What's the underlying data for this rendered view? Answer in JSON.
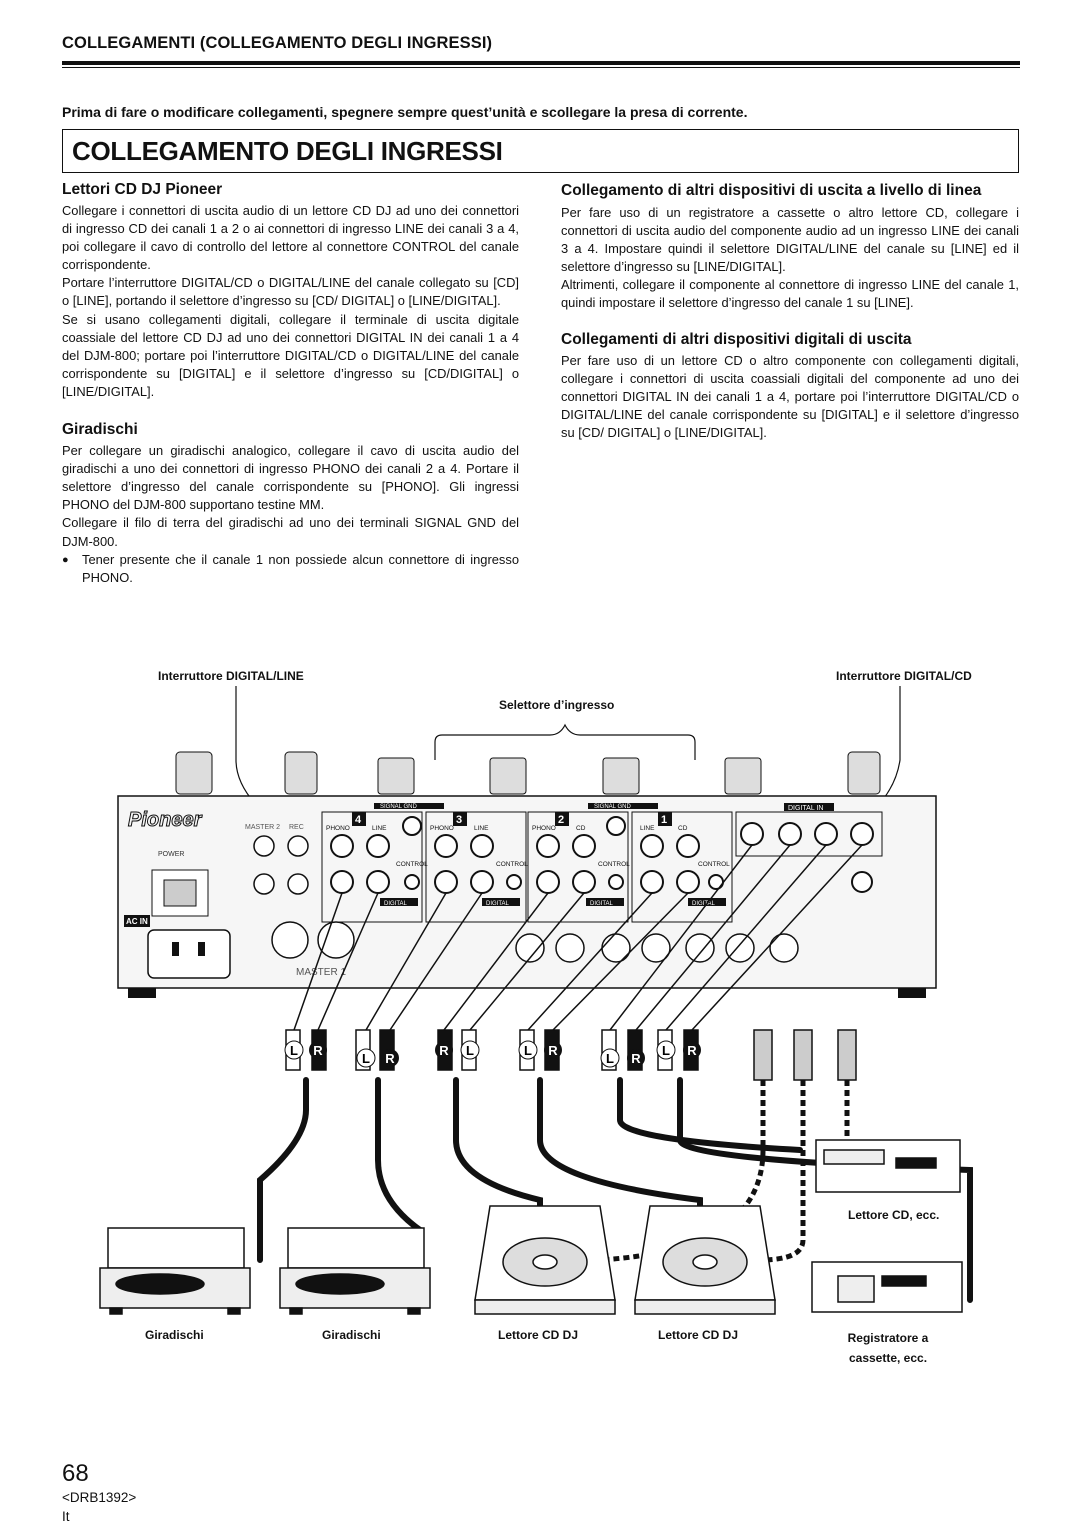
{
  "header": {
    "title": "COLLEGAMENTI (COLLEGAMENTO DEGLI INGRESSI)"
  },
  "warning": "Prima di fare o modificare collegamenti, spegnere sempre quest’unità e scollegare la presa di corrente.",
  "main_title": "COLLEGAMENTO DEGLI INGRESSI",
  "left": {
    "cd_heading": "Lettori CD DJ Pioneer",
    "cd_p1": "Collegare i connettori di uscita audio di un lettore CD DJ ad uno dei connettori di ingresso CD dei canali 1 a 2 o ai connettori di ingresso LINE dei canali 3 a 4, poi collegare il cavo di controllo del lettore al connettore CONTROL del canale corrispondente.",
    "cd_p2": "Portare l’interruttore DIGITAL/CD o DIGITAL/LINE del canale collegato su [CD] o [LINE], portando il selettore d’ingresso su [CD/ DIGITAL] o [LINE/DIGITAL].",
    "cd_p3": "Se si usano collegamenti digitali, collegare il terminale di uscita digitale coassiale del lettore CD DJ ad uno dei connettori DIGITAL IN dei canali 1 a 4 del DJM-800; portare poi l’interruttore DIGITAL/CD o DIGITAL/LINE del canale corrispondente su [DIGITAL] e il selettore d’ingresso su [CD/DIGITAL] o [LINE/DIGITAL].",
    "turn_heading": "Giradischi",
    "turn_p1": "Per collegare un giradischi analogico, collegare il cavo di uscita audio del giradischi a uno dei connettori di ingresso PHONO dei canali 2 a 4. Portare il selettore d’ingresso del canale corrispondente su [PHONO]. Gli ingressi PHONO del DJM-800 supportano testine MM.",
    "turn_p2": "Collegare il filo di terra del giradischi ad uno dei terminali SIGNAL GND del DJM-800.",
    "turn_bullet": "Tener presente che il canale 1 non possiede alcun connettore di ingresso PHONO."
  },
  "right": {
    "other_heading": "Collegamento di altri dispositivi di uscita a livello di linea",
    "other_p1": "Per fare uso di un registratore a cassette o altro lettore CD, collegare i connettori di uscita audio del componente audio ad un ingresso LINE dei canali 3 a 4. Impostare quindi il selettore DIGITAL/LINE del canale su [LINE] ed il selettore d’ingresso su [LINE/DIGITAL].",
    "other_p2": "Altrimenti, collegare il componente al connettore di ingresso LINE del canale 1, quindi impostare il selettore d’ingresso del canale 1 su [LINE].",
    "digital_heading": "Collegamenti di altri dispositivi digitali di uscita",
    "digital_p1": "Per fare uso di un lettore CD o altro componente con collegamenti digitali, collegare i connettori di uscita coassiali digitali del componente ad uno dei connettori DIGITAL IN dei canali 1 a 4, portare poi l’interruttore DIGITAL/CD o DIGITAL/LINE del canale corrispondente su [DIGITAL] e il selettore d’ingresso su [CD/ DIGITAL] o [LINE/DIGITAL]."
  },
  "diagram": {
    "label_switch_line": "Interruttore DIGITAL/LINE",
    "label_switch_cd": "Interruttore DIGITAL/CD",
    "label_selector": "Selettore d’ingresso",
    "brand": "Pioneer",
    "panel_labels": {
      "signal_gnd": "SIGNAL GND",
      "digital_in": "DIGITAL IN",
      "phono": "PHONO",
      "line": "LINE",
      "cd": "CD",
      "control": "CONTROL",
      "power": "POWER",
      "ac_in": "AC IN",
      "master2": "MASTER 2",
      "rec": "REC",
      "master1": "MASTER 1",
      "digital": "DIGITAL",
      "ch4": "4",
      "ch3": "3",
      "ch2": "2",
      "ch1": "1"
    },
    "label_cd_etc": "Lettore CD, ecc.",
    "bottom_labels": [
      "Giradischi",
      "Giradischi",
      "Lettore CD DJ",
      "Lettore CD DJ",
      "Registratore a cassette, ecc."
    ],
    "plug_L": "L",
    "plug_R": "R"
  },
  "footer": {
    "page": "68",
    "code": "<DRB1392>",
    "lang": "It"
  }
}
